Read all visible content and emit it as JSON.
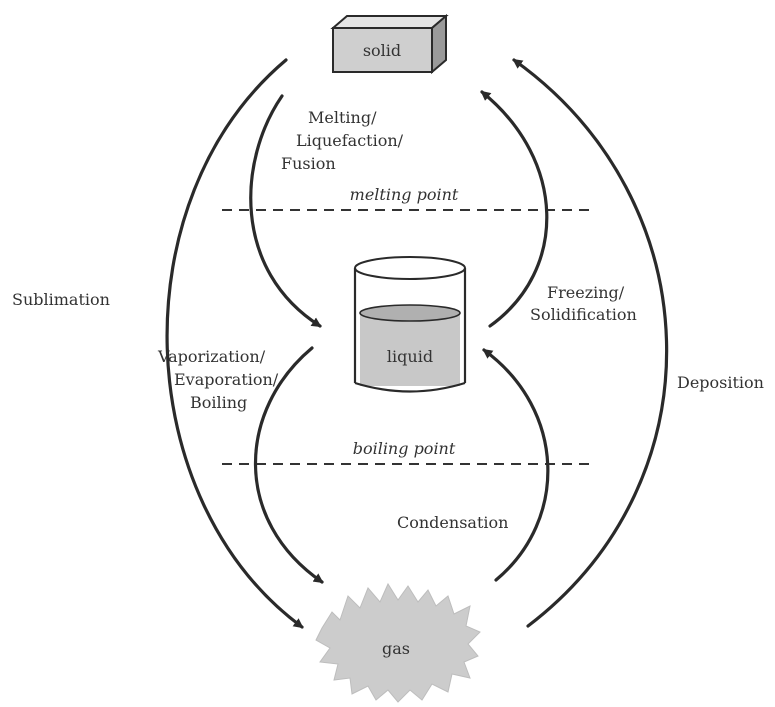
{
  "states": {
    "solid": "solid",
    "liquid": "liquid",
    "gas": "gas"
  },
  "thresholds": {
    "melting": "melting point",
    "boiling": "boiling point"
  },
  "processes": {
    "melting": [
      "Melting/",
      "Liquefaction/",
      "Fusion"
    ],
    "freezing": [
      "Freezing/",
      "Solidification"
    ],
    "vaporization": [
      "Vaporization/",
      "Evaporation/",
      "Boiling"
    ],
    "condensation": "Condensation",
    "sublimation": "Sublimation",
    "deposition": "Deposition"
  },
  "colors": {
    "solid_fill": "#cfcfcf",
    "liquid_fill": "#c8c8c8",
    "gas_fill": "#cccccc",
    "stroke": "#2a2a2a"
  }
}
